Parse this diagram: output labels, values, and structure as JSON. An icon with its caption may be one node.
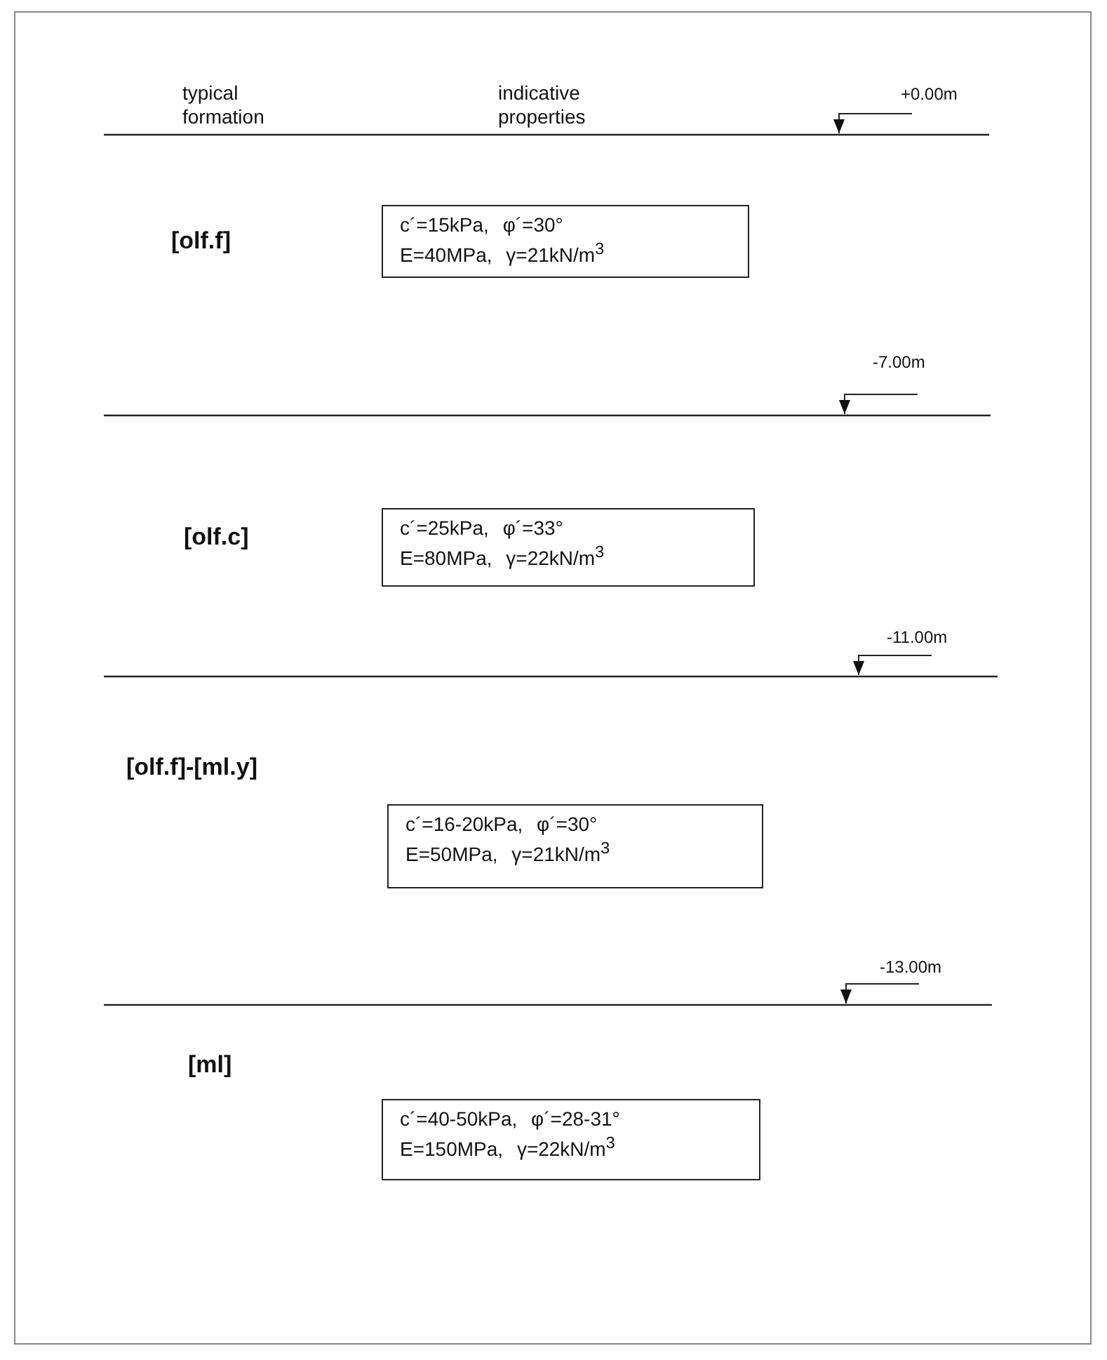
{
  "diagram": {
    "nodes": [
      {
        "text": [
          "c´=15kPa, φ´=30°",
          "E=40MPa, γ=21kN/m$^{3}$"
        ]
      },
      {
        "text": [
          "c´=25kPa, φ´=33°",
          "E=80MPa, γ=22kN/m$^{3}$"
        ]
      },
      {
        "text": [
          "c´=16-20kPa, φ´=30°",
          "E=50MPa, γ=21kN/m$^{3}$"
        ]
      },
      {
        "text": [
          "c´=40-50kPa, φ´=28-31°",
          "E=150MPa, γ=22kN/m$^{3}$"
        ]
      }
    ],
    "labels": [
      "typical formation",
      "indicative properties",
      "+0.00m",
      "[olf.f]",
      "-7.00m",
      "[olf.c]",
      "-11.00m",
      "[olf.f]-[ml.y]",
      "-13.00m",
      "[ml]"
    ]
  }
}
